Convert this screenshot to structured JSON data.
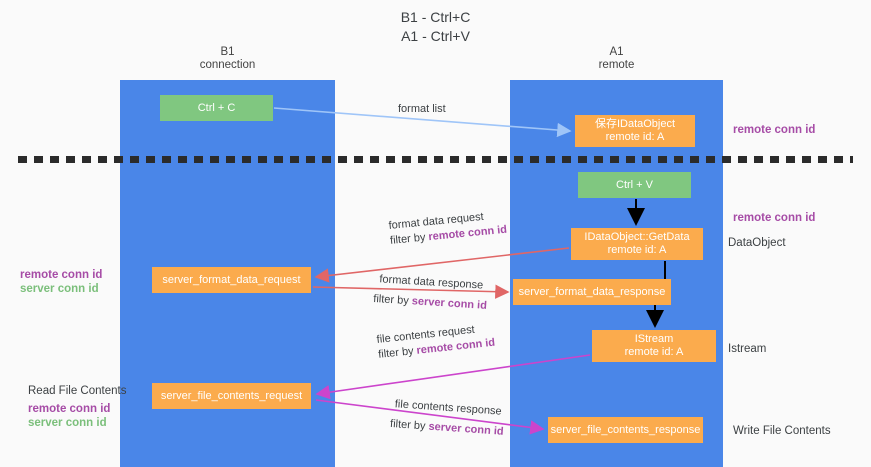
{
  "title": {
    "line1": "B1 - Ctrl+C",
    "line2": "A1 - Ctrl+V"
  },
  "columns": [
    {
      "id": "b1",
      "name": "B1",
      "role": "connection",
      "color": "#4a86e8"
    },
    {
      "id": "a1",
      "name": "A1",
      "role": "remote",
      "color": "#4a86e8"
    }
  ],
  "colors": {
    "column_blue": "#4a86e8",
    "green_box": "#80c780",
    "orange_box": "#fbab4d",
    "purple_label": "#a64ca6",
    "green_label": "#7bbf7b",
    "arrow_blue": "#9fc5f8",
    "arrow_red": "#e06666",
    "arrow_magenta": "#cc44cc",
    "arrow_black": "#000000",
    "divider": "#2b2b2b",
    "background": "#fafafa"
  },
  "boxes": {
    "ctrl_c": "Ctrl + C",
    "idataobject": {
      "line1": "保存IDataObject",
      "line2": "remote id: A"
    },
    "ctrl_v": "Ctrl + V",
    "getdata": {
      "line1": "IDataObject::GetData",
      "line2": "remote id: A"
    },
    "server_format_data_request": "server_format_data_request",
    "server_format_data_response": "server_format_data_response",
    "istream": {
      "line1": "IStream",
      "line2": "remote id: A"
    },
    "server_file_contents_request": "server_file_contents_request",
    "server_file_contents_response": "server_file_contents_response"
  },
  "edge_labels": {
    "format_list": "format list",
    "format_data_request": "format data request",
    "format_data_request_filter_prefix": "filter by ",
    "format_data_request_filter_value": "remote conn id",
    "format_data_response": "format data response",
    "format_data_response_filter_prefix": "filter by ",
    "format_data_response_filter_value": "server conn id",
    "file_contents_request": "file contents request",
    "file_contents_request_filter_prefix": "filter by ",
    "file_contents_request_filter_value": "remote conn id",
    "file_contents_response": "file contents response",
    "file_contents_response_filter_prefix": "filter by ",
    "file_contents_response_filter_value": "server conn id"
  },
  "side_labels": {
    "remote_conn_id_top": "remote conn id",
    "remote_conn_id_mid": "remote conn id",
    "dataobject": "DataObject",
    "istream": "Istream",
    "write_file_contents": "Write File Contents",
    "read_file_contents": "Read File Contents",
    "left_remote_conn_id_mid": "remote conn id",
    "left_server_conn_id_mid": "server conn id",
    "left_remote_conn_id_bottom": "remote conn id",
    "left_server_conn_id_bottom": "server conn id"
  }
}
